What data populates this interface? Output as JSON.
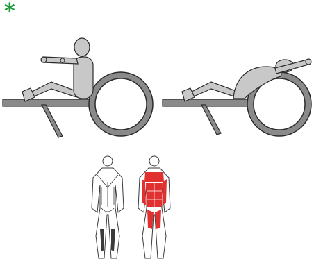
{
  "favorite": {
    "symbol": "*",
    "color": "#1f9a3b"
  },
  "figures": {
    "start_position": "exercise-start-position",
    "end_position": "exercise-end-position",
    "muscle_map": "muscle-map"
  },
  "colors": {
    "equipment_fill": "#8a8a8a",
    "equipment_stroke": "#2b2b2b",
    "body_fill": "#c8c8c8",
    "body_stroke": "#2b2b2b",
    "muscle_primary": "#e03030",
    "muscle_secondary": "#3a3a3a"
  },
  "icons": [
    "star-icon",
    "roller-icon",
    "bench-icon",
    "body-back-icon",
    "body-front-icon"
  ]
}
